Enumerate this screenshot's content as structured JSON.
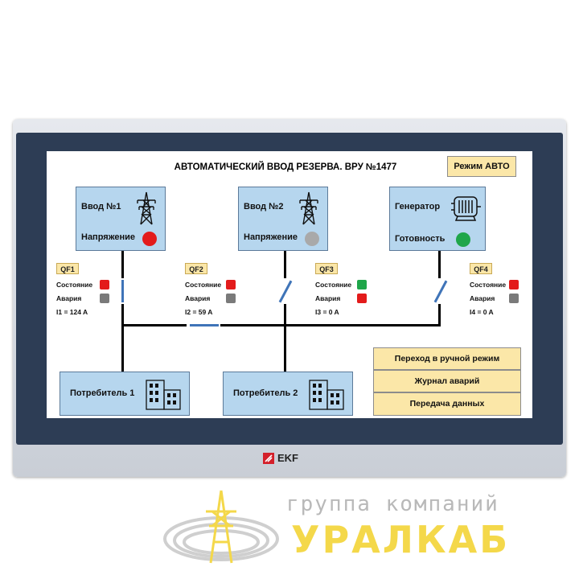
{
  "screen": {
    "title": "АВТОМАТИЧЕСКИЙ ВВОД РЕЗЕРВА. ВРУ №1477",
    "mode_label": "Режим АВТО",
    "sources": [
      {
        "name": "Ввод №1",
        "status_label": "Напряжение",
        "lamp_color": "#e31b1b",
        "icon": "power-tower-icon"
      },
      {
        "name": "Ввод №2",
        "status_label": "Напряжение",
        "lamp_color": "#a9a9a9",
        "icon": "power-tower-icon"
      },
      {
        "name": "Генератор",
        "status_label": "Готовность",
        "lamp_color": "#1fa64a",
        "icon": "generator-icon"
      }
    ],
    "breakers": [
      {
        "tag": "QF1",
        "state_label": "Состояние",
        "state_color": "#e31b1b",
        "alarm_label": "Авария",
        "alarm_color": "#7a7a7a",
        "current": "I1 = 124 A"
      },
      {
        "tag": "QF2",
        "state_label": "Состояние",
        "state_color": "#e31b1b",
        "alarm_label": "Авария",
        "alarm_color": "#7a7a7a",
        "current": "I2 = 59 A"
      },
      {
        "tag": "QF3",
        "state_label": "Состояние",
        "state_color": "#1fa64a",
        "alarm_label": "Авария",
        "alarm_color": "#e31b1b",
        "current": "I3 = 0 A"
      },
      {
        "tag": "QF4",
        "state_label": "Состояние",
        "state_color": "#e31b1b",
        "alarm_label": "Авария",
        "alarm_color": "#7a7a7a",
        "current": "I4 = 0 A"
      }
    ],
    "consumers": [
      {
        "name": "Потребитель 1",
        "icon": "building-icon"
      },
      {
        "name": "Потребитель 2",
        "icon": "building-icon"
      }
    ],
    "buttons": {
      "manual": "Переход в ручной режим",
      "log": "Журнал аварий",
      "transfer": "Передача данных"
    }
  },
  "device": {
    "brand": "EKF"
  },
  "watermark": {
    "line1": "группа компаний",
    "line2": "УРАЛКАБ"
  },
  "colors": {
    "bezel": "#2d3d55",
    "box_fill": "#b6d6ee",
    "tag_fill": "#fbe7a8",
    "switch_blue": "#3f74b8",
    "watermark_gold": "#f4d84a"
  }
}
